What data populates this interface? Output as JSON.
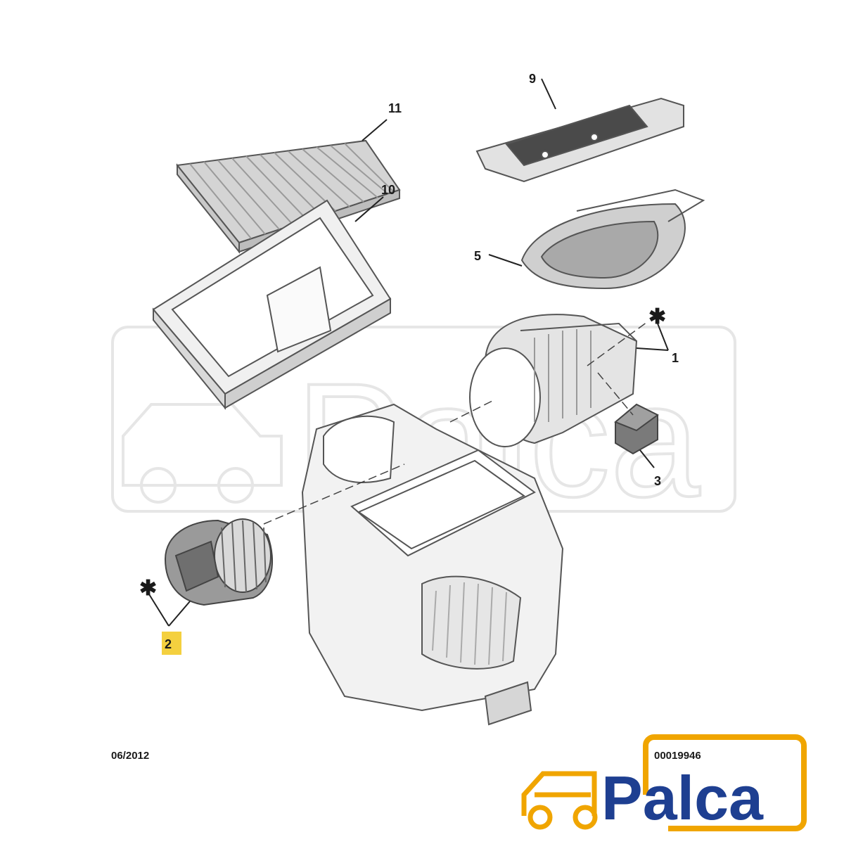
{
  "diagram": {
    "callouts": {
      "c1": "1",
      "c2": "2",
      "c3": "3",
      "c5": "5",
      "c9": "9",
      "c10": "10",
      "c11": "11"
    },
    "highlight_color": "#f4d03f",
    "date": "06/2012",
    "ref_number": "00019946"
  },
  "watermark": {
    "text": "Palca",
    "color": "#e6e6e6"
  },
  "logo": {
    "text": "Palca",
    "text_color": "#1e3f91",
    "frame_color": "#f0a500"
  }
}
